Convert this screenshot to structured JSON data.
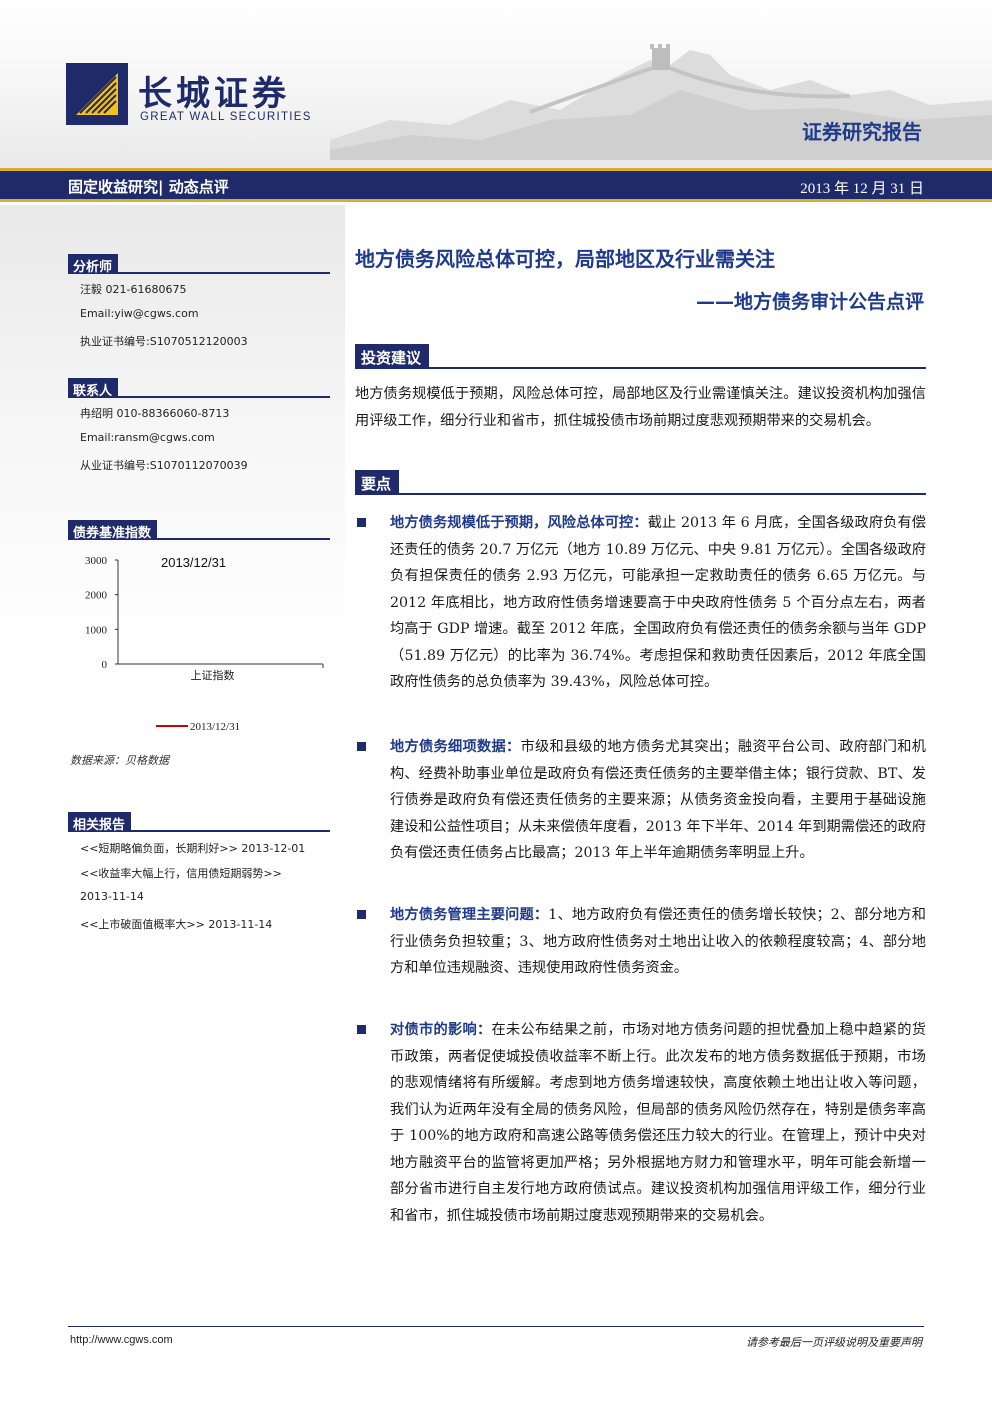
{
  "header": {
    "logo_cn": "长城证券",
    "logo_en": "GREAT WALL SECURITIES",
    "report_type": "证券研究报告"
  },
  "bluebar": {
    "category": "固定收益研究| 动态点评",
    "date": "2013 年 12 月 31 日"
  },
  "sidebar": {
    "analyst": {
      "heading": "分析师",
      "lines": [
        "汪毅 021-61680675",
        "Email:yiw@cgws.com",
        "执业证书编号:S1070512120003"
      ]
    },
    "contact": {
      "heading": "联系人",
      "lines": [
        "冉绍明 010-88366060-8713",
        "Email:ransm@cgws.com",
        "从业证书编号:S1070112070039"
      ]
    },
    "chart_heading": "债券基准指数",
    "source": "数据来源：贝格数据",
    "related": {
      "heading": "相关报告",
      "items": [
        "<<短期略偏负面，长期利好>> 2013-12-01",
        "<<收益率大幅上行，信用债短期弱势>>",
        "2013-11-14",
        "<<上市破面值概率大>> 2013-11-14"
      ]
    }
  },
  "chart_data": {
    "type": "line",
    "title": "2013/12/31",
    "categories": [
      "上证指数"
    ],
    "series": [
      {
        "name": "2013/12/31",
        "values": [],
        "color": "#cc0000"
      }
    ],
    "ylim": [
      0,
      3000
    ],
    "yticks": [
      "3000",
      "2000",
      "1000",
      "0"
    ],
    "grid": false,
    "legend": "bottom"
  },
  "main": {
    "title": "地方债务风险总体可控，局部地区及行业需关注",
    "subtitle": "——地方债务审计公告点评",
    "invest_heading": "投资建议",
    "invest_text": "地方债务规模低于预期，风险总体可控，局部地区及行业需谨慎关注。建议投资机构加强信用评级工作，细分行业和省市，抓住城投债市场前期过度悲观预期带来的交易机会。",
    "points_heading": "要点",
    "bullets": [
      {
        "head": "地方债务规模低于预期，风险总体可控：",
        "text": "截止 2013 年 6 月底，全国各级政府负有偿还责任的债务 20.7 万亿元（地方 10.89 万亿元、中央 9.81 万亿元）。全国各级政府负有担保责任的债务 2.93 万亿元，可能承担一定救助责任的债务 6.65 万亿元。与 2012 年底相比，地方政府性债务增速要高于中央政府性债务 5 个百分点左右，两者均高于 GDP 增速。截至 2012 年底，全国政府负有偿还责任的债务余额与当年 GDP（51.89 万亿元）的比率为 36.74%。考虑担保和救助责任因素后，2012 年底全国政府性债务的总负债率为 39.43%，风险总体可控。"
      },
      {
        "head": "地方债务细项数据：",
        "text": "市级和县级的地方债务尤其突出；融资平台公司、政府部门和机构、经费补助事业单位是政府负有偿还责任债务的主要举借主体；银行贷款、BT、发行债券是政府负有偿还责任债务的主要来源；从债务资金投向看，主要用于基础设施建设和公益性项目；从未来偿债年度看，2013 年下半年、2014 年到期需偿还的政府负有偿还责任债务占比最高；2013 年上半年逾期债务率明显上升。"
      },
      {
        "head": "地方债务管理主要问题：",
        "text": "1、地方政府负有偿还责任的债务增长较快；2、部分地方和行业债务负担较重；3、地方政府性债务对土地出让收入的依赖程度较高；4、部分地方和单位违规融资、违规使用政府性债务资金。"
      },
      {
        "head": "对债市的影响：",
        "text": "在未公布结果之前，市场对地方债务问题的担忧叠加上稳中趋紧的货币政策，两者促使城投债收益率不断上行。此次发布的地方债务数据低于预期，市场的悲观情绪将有所缓解。考虑到地方债务增速较快，高度依赖土地出让收入等问题，我们认为近两年没有全局的债务风险，但局部的债务风险仍然存在，特别是债务率高于 100%的地方政府和高速公路等债务偿还压力较大的行业。在管理上，预计中央对地方融资平台的监管将更加严格；另外根据地方财力和管理水平，明年可能会新增一部分省市进行自主发行地方政府债试点。建议投资机构加强信用评级工作，细分行业和省市，抓住城投债市场前期过度悲观预期带来的交易机会。"
      }
    ]
  },
  "footer": {
    "url": "http://www.cgws.com",
    "note": "请参考最后一页评级说明及重要声明"
  }
}
